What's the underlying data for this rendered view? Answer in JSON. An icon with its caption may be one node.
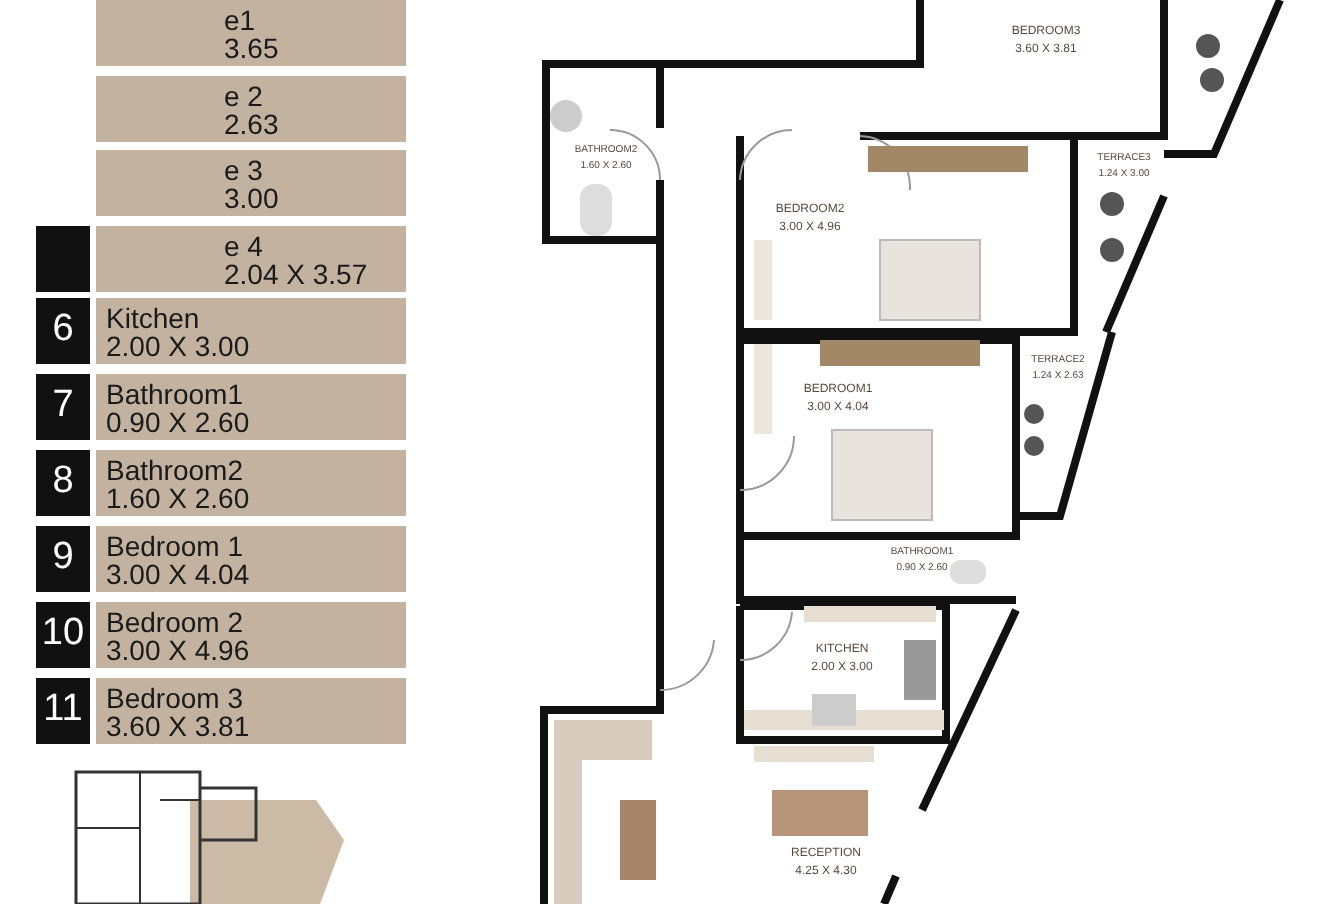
{
  "diagram": {
    "nodes": [
      {
        "text": [
          "e1",
          "3.65"
        ]
      },
      {
        "text": [
          "e 2",
          "2.63"
        ]
      },
      {
        "text": [
          "e 3",
          "3.00"
        ]
      },
      {
        "text": [],
        "shape": "box"
      },
      {
        "text": [
          "e 4",
          "2.04 X 3.57"
        ]
      },
      {
        "text": [
          "6"
        ]
      },
      {
        "text": [
          "Kitchen",
          "2.00 X 3.00"
        ]
      },
      {
        "text": [
          "7"
        ]
      },
      {
        "text": [
          "Bathroom1",
          "0.90 X 2.60"
        ]
      },
      {
        "text": [
          "8"
        ]
      },
      {
        "text": [
          "Bathroom2",
          "1.60 X 2.60"
        ]
      },
      {
        "text": [
          "9"
        ]
      },
      {
        "text": [
          "Bedroom 1",
          "3.00 X 4.04"
        ]
      },
      {
        "text": [
          "10"
        ]
      },
      {
        "text": [
          "Bedroom 2",
          "3.00 X 4.96"
        ]
      },
      {
        "text": [
          "11"
        ]
      },
      {
        "text": [
          "Bedroom 3",
          "3.60 X 3.81"
        ]
      },
      {
        "text": [
          "BEDROOM3",
          "3.60 X 3.81"
        ]
      },
      {
        "text": [
          "BATHROOM2",
          "1.60 X 2.60"
        ]
      },
      {
        "text": [
          "TERRACE3",
          "1.24 X 3.00"
        ]
      },
      {
        "text": [
          "BEDROOM2",
          "3.00 X 4.96"
        ]
      },
      {
        "text": [
          "TERRACE2",
          "1.24 X 2.63"
        ]
      },
      {
        "text": [
          "BEDROOM1",
          "3.00 X 4.04"
        ]
      },
      {
        "text": [
          "BATHROOM1",
          "0.90 X 2.60"
        ]
      },
      {
        "text": [
          "KITCHEN",
          "2.00 X 3.00"
        ]
      },
      {
        "text": [
          "RECEPTION",
          "4.25 X 4.30"
        ]
      }
    ]
  }
}
